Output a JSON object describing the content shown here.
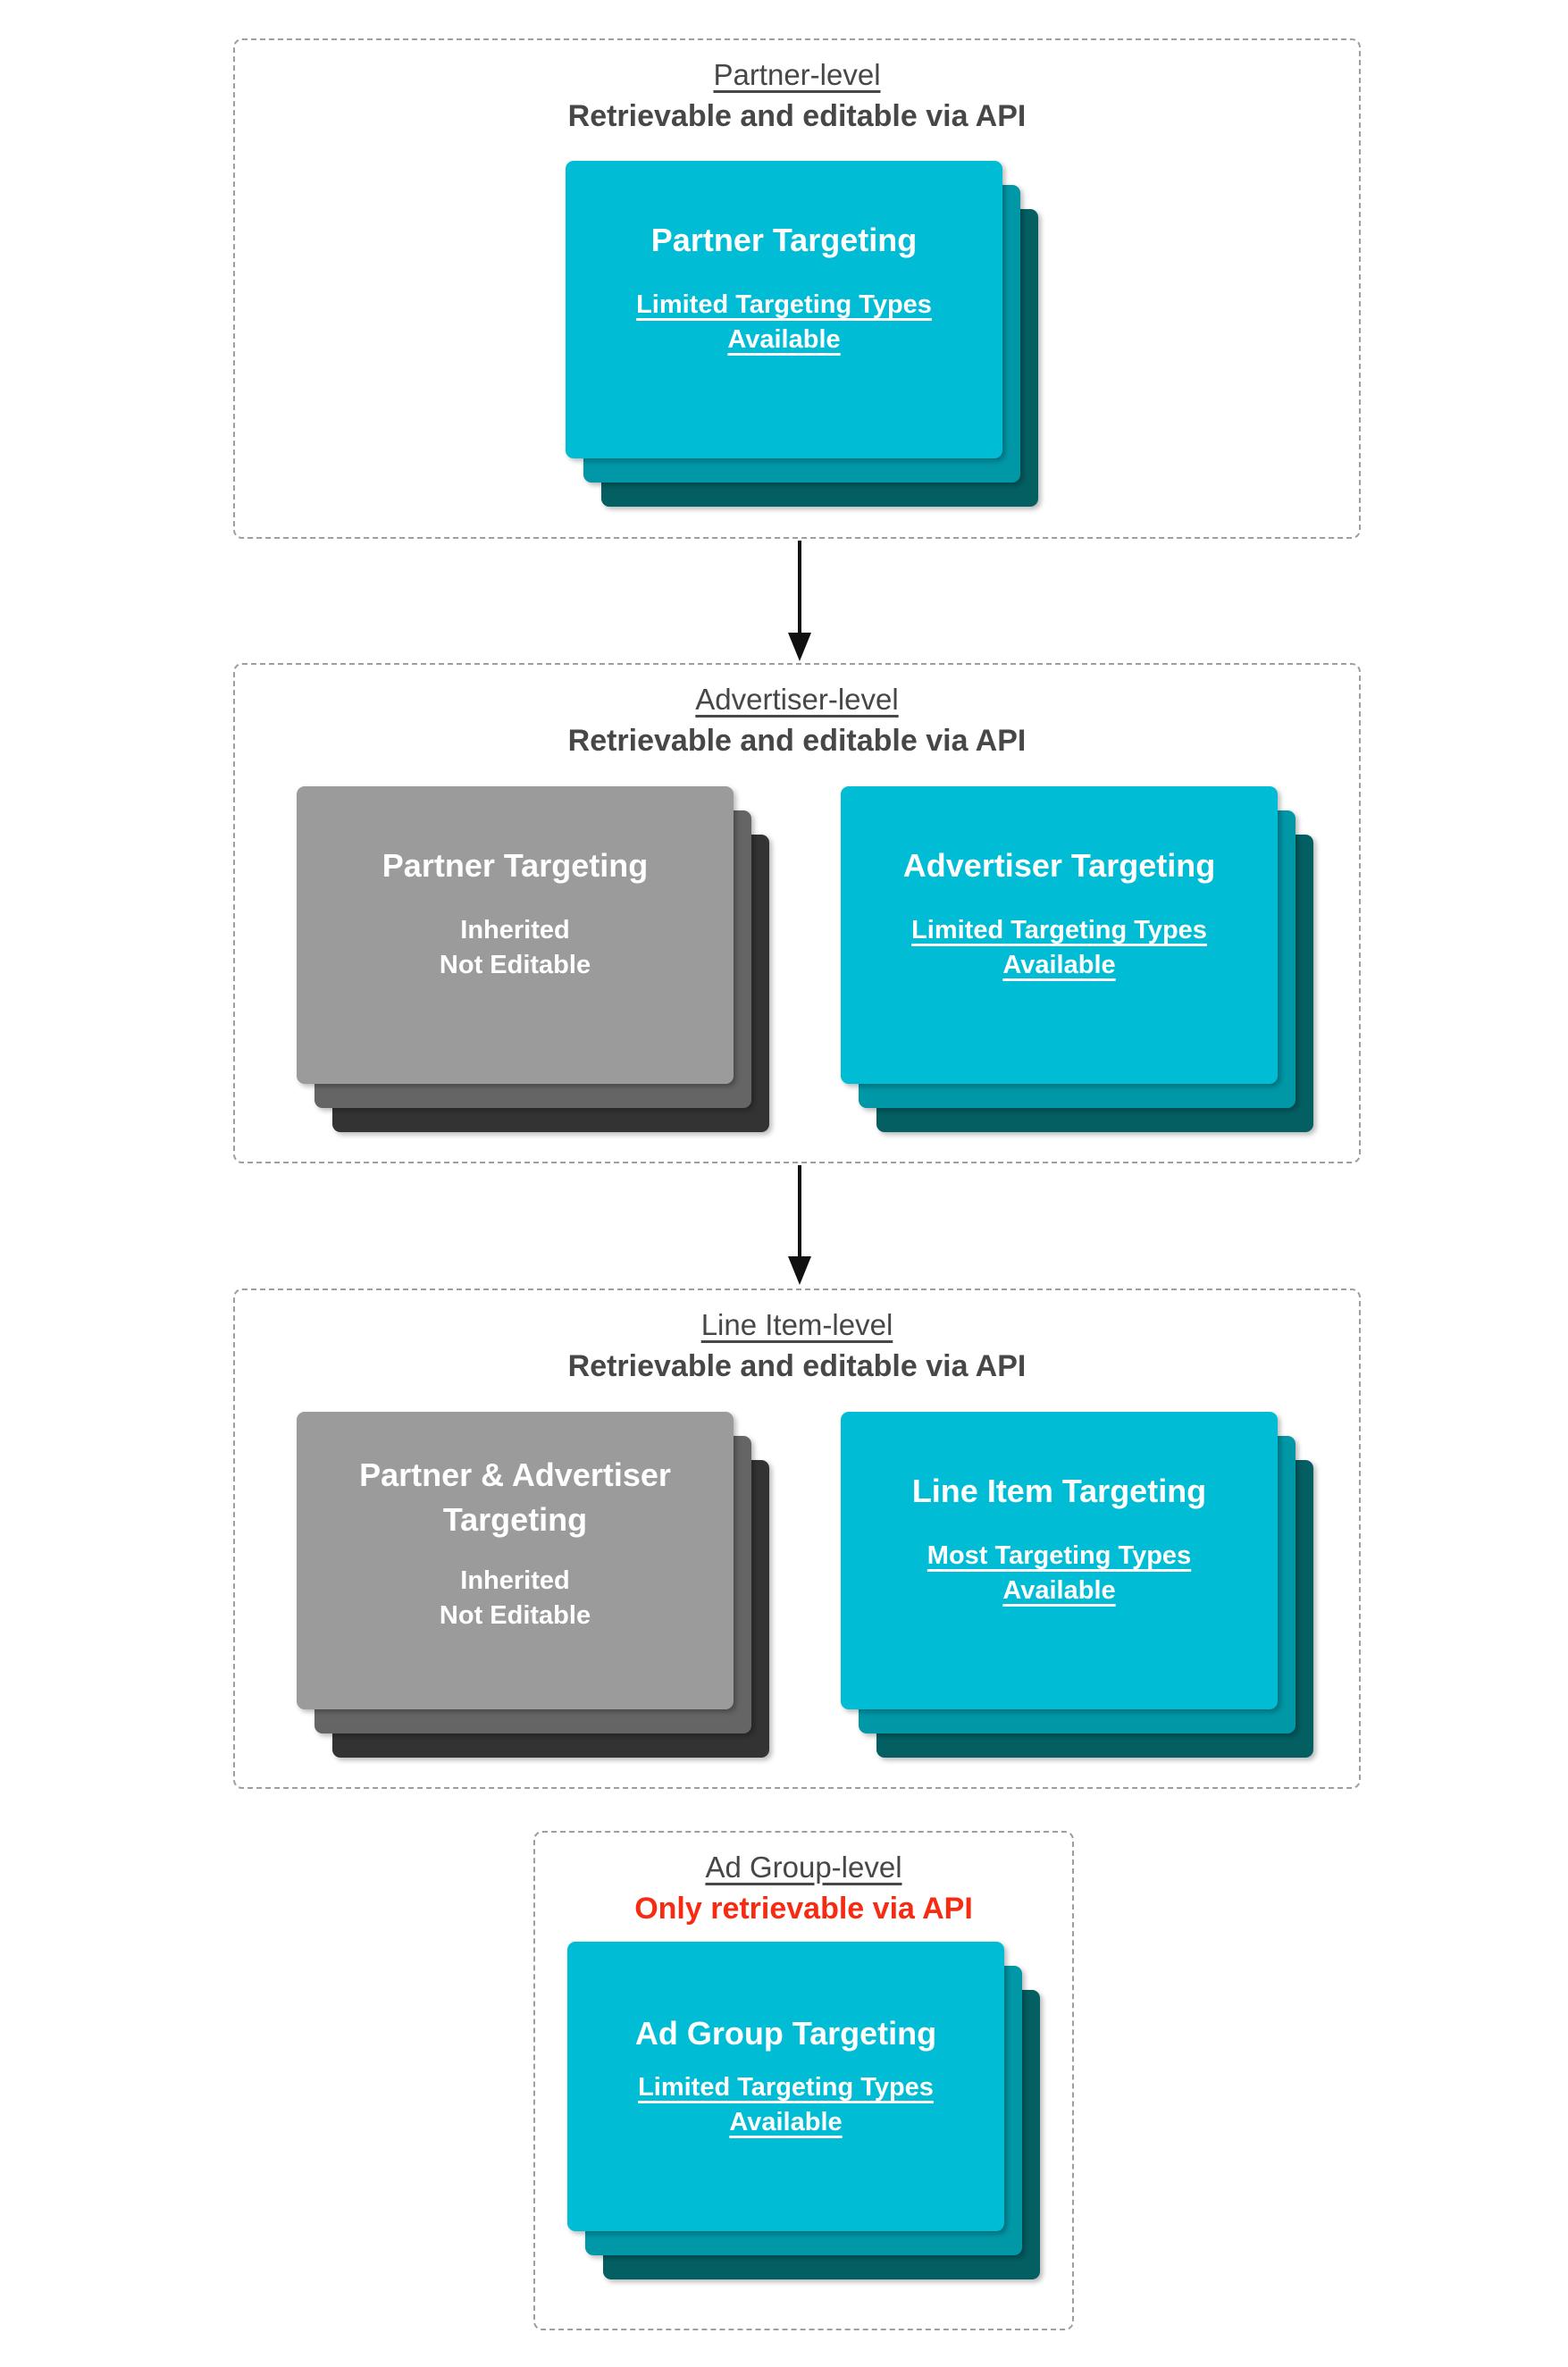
{
  "palette": {
    "cyan_card": "#00bcd4",
    "cyan_card_mid": "#0097a7",
    "cyan_card_dark": "#045f63",
    "gray_card": "#9b9b9b",
    "gray_card_mid": "#656565",
    "gray_card_dark": "#333333",
    "heading_text": "#474747",
    "alert_red": "#f72a12",
    "card_text": "#ffffff",
    "dashed_border": "#9e9e9e",
    "arrow_black": "#111111"
  },
  "sections": [
    {
      "level_label": "Partner-level",
      "api_note": "Retrievable and editable via API",
      "cards": [
        {
          "variant": "cyan",
          "title": "Partner Targeting",
          "note": "Limited Targeting Types Available"
        }
      ]
    },
    {
      "level_label": "Advertiser-level",
      "api_note": "Retrievable and editable via API",
      "cards": [
        {
          "variant": "gray",
          "title": "Partner Targeting",
          "line1": "Inherited",
          "line2": "Not Editable"
        },
        {
          "variant": "cyan",
          "title": "Advertiser Targeting",
          "note": "Limited Targeting Types Available"
        }
      ]
    },
    {
      "level_label": "Line Item-level",
      "api_note": "Retrievable and editable via API",
      "cards": [
        {
          "variant": "gray",
          "title": "Partner & Advertiser Targeting",
          "line1": "Inherited",
          "line2": "Not Editable"
        },
        {
          "variant": "cyan",
          "title": "Line Item Targeting",
          "note": "Most Targeting Types Available"
        }
      ]
    },
    {
      "level_label": "Ad Group-level",
      "api_note": "Only retrievable via API",
      "cards": [
        {
          "variant": "cyan",
          "title": "Ad Group Targeting",
          "note": "Limited Targeting Types Available"
        }
      ]
    }
  ]
}
